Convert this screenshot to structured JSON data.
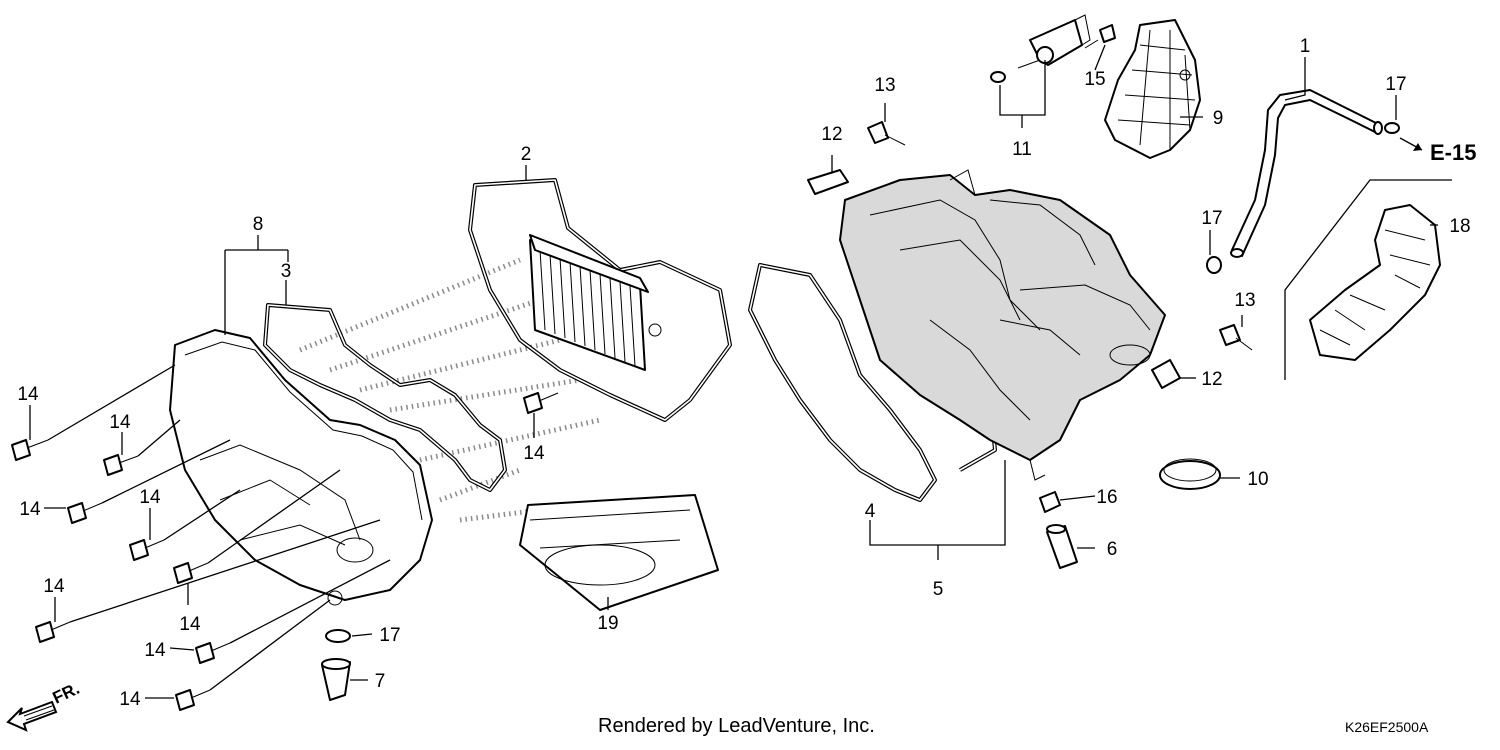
{
  "callouts": {
    "c1": "1",
    "c2": "2",
    "c3": "3",
    "c4": "4",
    "c5": "5",
    "c6": "6",
    "c7": "7",
    "c8": "8",
    "c9": "9",
    "c10": "10",
    "c11": "11",
    "c12a": "12",
    "c12b": "12",
    "c13a": "13",
    "c13b": "13",
    "c14a": "14",
    "c14b": "14",
    "c14c": "14",
    "c14d": "14",
    "c14e": "14",
    "c14f": "14",
    "c14g": "14",
    "c14h": "14",
    "c14i": "14",
    "c15": "15",
    "c16": "16",
    "c17a": "17",
    "c17b": "17",
    "c17c": "17",
    "c18": "18",
    "c19": "19"
  },
  "reference": "E-15",
  "direction": "FR.",
  "footer": {
    "credit": "Rendered by LeadVenture, Inc.",
    "code": "K26EF2500A"
  }
}
